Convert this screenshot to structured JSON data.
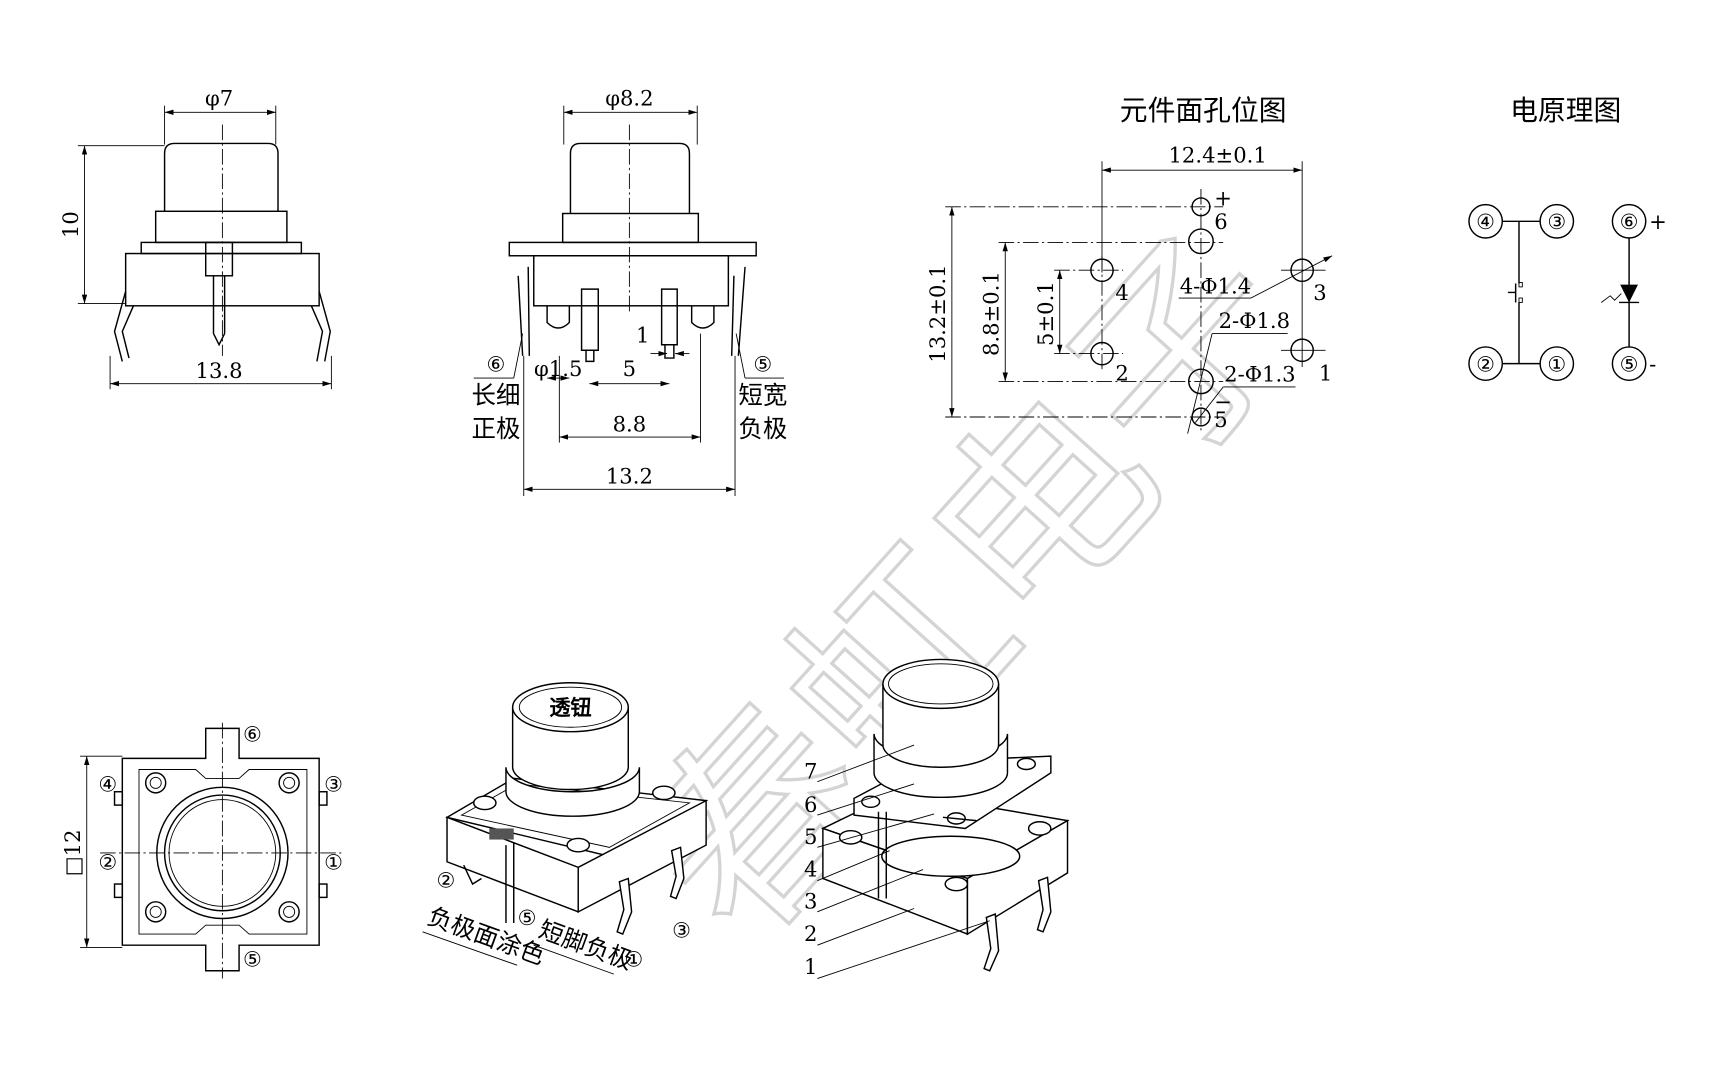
{
  "watermark": "春虹电子",
  "side_view": {
    "cap_dia": "φ7",
    "height": "10",
    "width": "13.8"
  },
  "front_view": {
    "cap_dia": "φ8.2",
    "pin_dia": "φ1.5",
    "pin_spacing": "5",
    "pin_width": "1",
    "span_8_8": "8.8",
    "span_13_2": "13.2",
    "left_pin": {
      "num": "⑥",
      "line1": "长细",
      "line2": "正极"
    },
    "right_pin": {
      "num": "⑤",
      "line1": "短宽",
      "line2": "负极"
    }
  },
  "hole_layout": {
    "title": "元件面孔位图",
    "width": "12.4±0.1",
    "h_13_2": "13.2±0.1",
    "h_8_8": "8.8±0.1",
    "h_5": "5±0.1",
    "hole_1_4": "4-Φ1.4",
    "hole_1_8": "2-Φ1.8",
    "hole_1_3": "2-Φ1.3",
    "labels": [
      "1",
      "2",
      "3",
      "4",
      "5",
      "6"
    ],
    "plus": "+",
    "minus": "−"
  },
  "schematic": {
    "title": "电原理图",
    "pins": [
      "④",
      "③",
      "②",
      "①",
      "⑥",
      "⑤"
    ],
    "plus": "+",
    "minus": "-"
  },
  "top_view": {
    "size": "□12",
    "pins": [
      "④",
      "③",
      "②",
      "①",
      "⑥",
      "⑤"
    ]
  },
  "iso_view": {
    "cap_text": "透钮",
    "pins": [
      "②",
      "⑤",
      "①",
      "③"
    ],
    "note1": "负极面涂色",
    "note2": "短脚负极"
  },
  "exploded_view": {
    "parts": [
      "7",
      "6",
      "5",
      "4",
      "3",
      "2",
      "1"
    ]
  }
}
